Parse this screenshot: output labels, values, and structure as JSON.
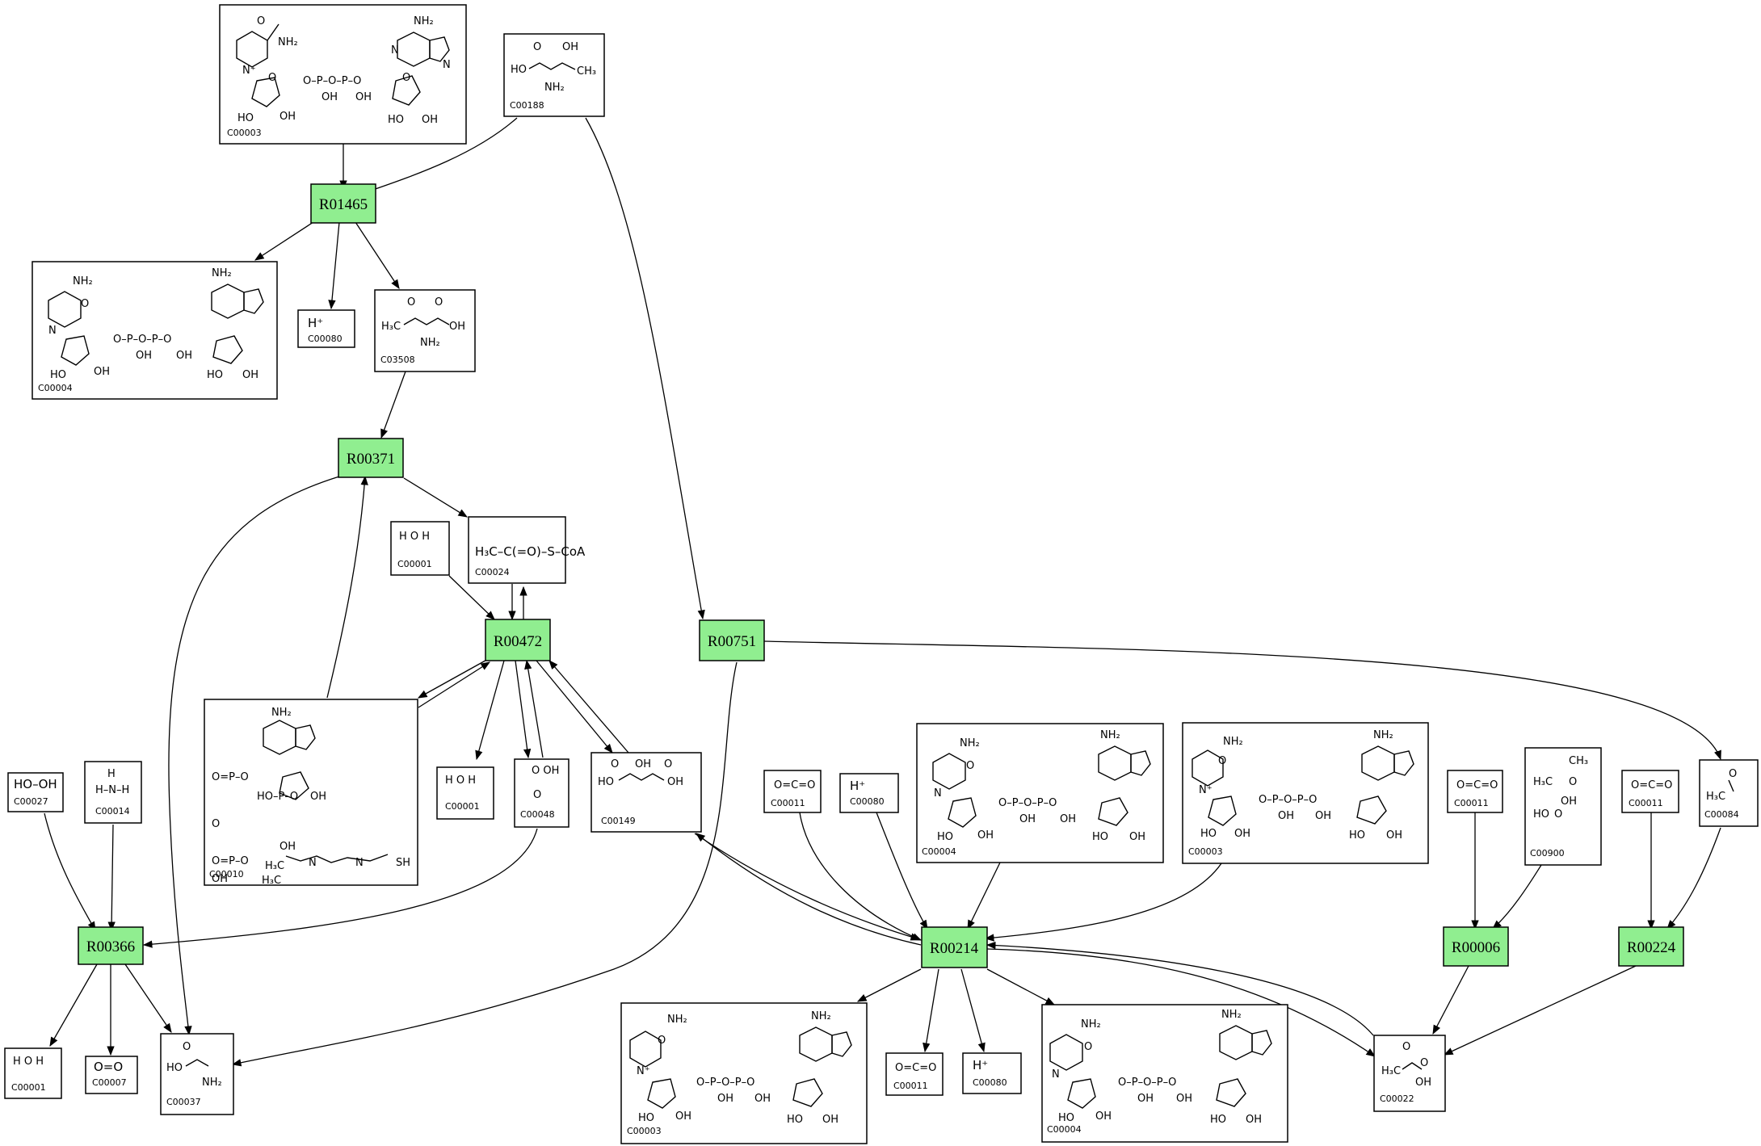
{
  "reactions": {
    "R01465": "R01465",
    "R00371": "R00371",
    "R00472": "R00472",
    "R00751": "R00751",
    "R00366": "R00366",
    "R00214": "R00214",
    "R00006": "R00006",
    "R00224": "R00224"
  },
  "compounds": {
    "c00003_top": {
      "id": "C00003"
    },
    "c00188": {
      "id": "C00188"
    },
    "c00004_left": {
      "id": "C00004"
    },
    "c00080_top": {
      "id": "C00080",
      "formula": "H⁺"
    },
    "c03508": {
      "id": "C03508"
    },
    "c00001_mid": {
      "id": "C00001"
    },
    "c00024": {
      "id": "C00024",
      "formula": "H₃C–C(=O)–S–CoA"
    },
    "c00010": {
      "id": "C00010"
    },
    "c00001_b": {
      "id": "C00001"
    },
    "c00048": {
      "id": "C00048"
    },
    "c00149": {
      "id": "C00149"
    },
    "c00027": {
      "id": "C00027",
      "formula": "HO–OH"
    },
    "c00014": {
      "id": "C00014"
    },
    "c00011_a": {
      "id": "C00011"
    },
    "c00080_b": {
      "id": "C00080",
      "formula": "H⁺"
    },
    "c00004_right": {
      "id": "C00004"
    },
    "c00003_right": {
      "id": "C00003"
    },
    "c00011_b": {
      "id": "C00011"
    },
    "c00900": {
      "id": "C00900"
    },
    "c00011_c": {
      "id": "C00011"
    },
    "c00084": {
      "id": "C00084"
    },
    "c00001_c": {
      "id": "C00001"
    },
    "c00007": {
      "id": "C00007",
      "formula": "O=O"
    },
    "c00037": {
      "id": "C00037"
    },
    "c00003_bottom": {
      "id": "C00003"
    },
    "c00011_d": {
      "id": "C00011"
    },
    "c00080_c": {
      "id": "C00080",
      "formula": "H⁺"
    },
    "c00004_bottom": {
      "id": "C00004"
    },
    "c00022": {
      "id": "C00022"
    }
  },
  "colors": {
    "reaction_fill": "#90ee90",
    "stroke": "#000000",
    "background": "#ffffff"
  }
}
